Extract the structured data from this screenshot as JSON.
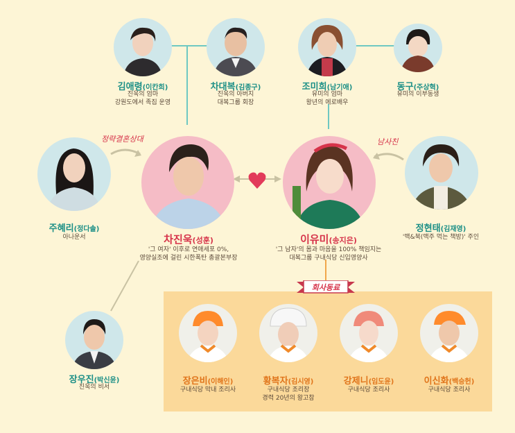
{
  "colors": {
    "background": "#fdf5d6",
    "line_teal": "#6ec8c2",
    "line_gray": "#c9c2a3",
    "accent_red": "#d6334a",
    "accent_teal": "#1b8f86",
    "box": "#fbd99a"
  },
  "relations": {
    "hyeri_to_jinwook": "정략결혼상대",
    "hyeontae_to_yumi": "남사친",
    "company_tag": "회사동료"
  },
  "people": {
    "kim_aeryeong": {
      "name": "김애령",
      "actor": "(이칸희)",
      "desc": [
        "진욱의 엄마",
        "강원도에서 족집 운영"
      ]
    },
    "cha_daebok": {
      "name": "차대복",
      "actor": "(김종구)",
      "desc": [
        "진욱의 아버지",
        "대복그룹 회장"
      ]
    },
    "jo_mihee": {
      "name": "조미희",
      "actor": "(남기애)",
      "desc": [
        "유미의 엄마",
        "왕년의 에로배우"
      ]
    },
    "donggu": {
      "name": "동구",
      "actor": "(주상혁)",
      "desc": [
        "유미의 이부동생"
      ]
    },
    "ju_hyeri": {
      "name": "주혜리",
      "actor": "(정다솔)",
      "desc": [
        "아나운서"
      ]
    },
    "cha_jinwook": {
      "name": "차진욱",
      "actor": "(성훈)",
      "desc": [
        "'그 여자' 이후로 연애세포 0%,",
        "영양실조에 걸린 시한폭탄 총괄본부장"
      ]
    },
    "lee_yumi": {
      "name": "이유미",
      "actor": "(송지은)",
      "desc": [
        "'그 남자'의 몸과 마음을 100% 책임지는",
        "대복그룹 구내식당 신입영양사"
      ]
    },
    "jeong_hyeontae": {
      "name": "정현태",
      "actor": "(김재영)",
      "desc": [
        "'맥&북(맥주 먹는 책방)' 주인"
      ]
    },
    "jang_woojin": {
      "name": "장우진",
      "actor": "(박신윤)",
      "desc": [
        "진욱의 비서"
      ]
    },
    "jang_eunbi": {
      "name": "장은비",
      "actor": "(이해인)",
      "desc": [
        "구내식당 막내 조리사"
      ]
    },
    "hwang_bokja": {
      "name": "황복자",
      "actor": "(김시영)",
      "desc": [
        "구내식당 조리장",
        "경력 20년의 왕고참"
      ]
    },
    "kang_jeni": {
      "name": "강제니",
      "actor": "(임도윤)",
      "desc": [
        "구내식당 조리사"
      ]
    },
    "lee_sinhwa": {
      "name": "이신화",
      "actor": "(백승헌)",
      "desc": [
        "구내식당 조리사"
      ]
    }
  }
}
